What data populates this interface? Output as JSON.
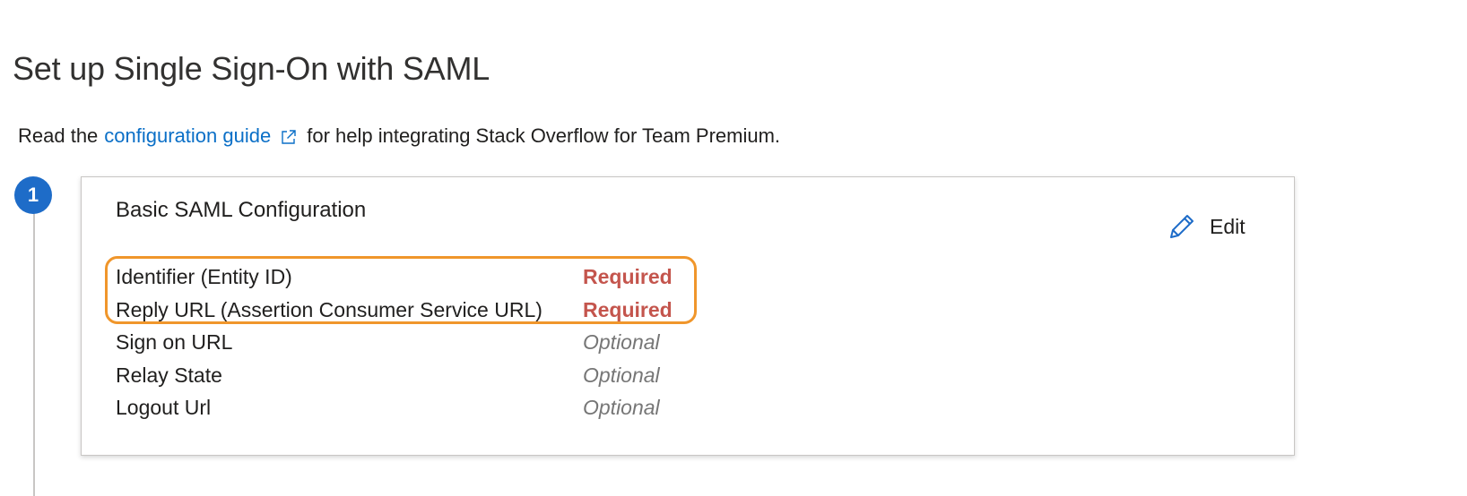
{
  "page": {
    "title": "Set up Single Sign-On with SAML"
  },
  "intro": {
    "prefix": "Read the",
    "link_text": "configuration guide",
    "suffix": "for help integrating Stack Overflow for Team Premium."
  },
  "icons": {
    "external_link": "external-link-icon",
    "edit": "pencil-icon"
  },
  "colors": {
    "link": "#0a6fc7",
    "step_badge": "#1e6cc8",
    "required": "#c4554d",
    "optional": "#767676",
    "highlight": "#f0962b"
  },
  "step": {
    "number": "1"
  },
  "card": {
    "title": "Basic SAML Configuration",
    "edit_label": "Edit",
    "rows": [
      {
        "field": "Identifier (Entity ID)",
        "status": "Required"
      },
      {
        "field": "Reply URL (Assertion Consumer Service URL)",
        "status": "Required"
      },
      {
        "field": "Sign on URL",
        "status": "Optional"
      },
      {
        "field": "Relay State",
        "status": "Optional"
      },
      {
        "field": "Logout Url",
        "status": "Optional"
      }
    ]
  }
}
